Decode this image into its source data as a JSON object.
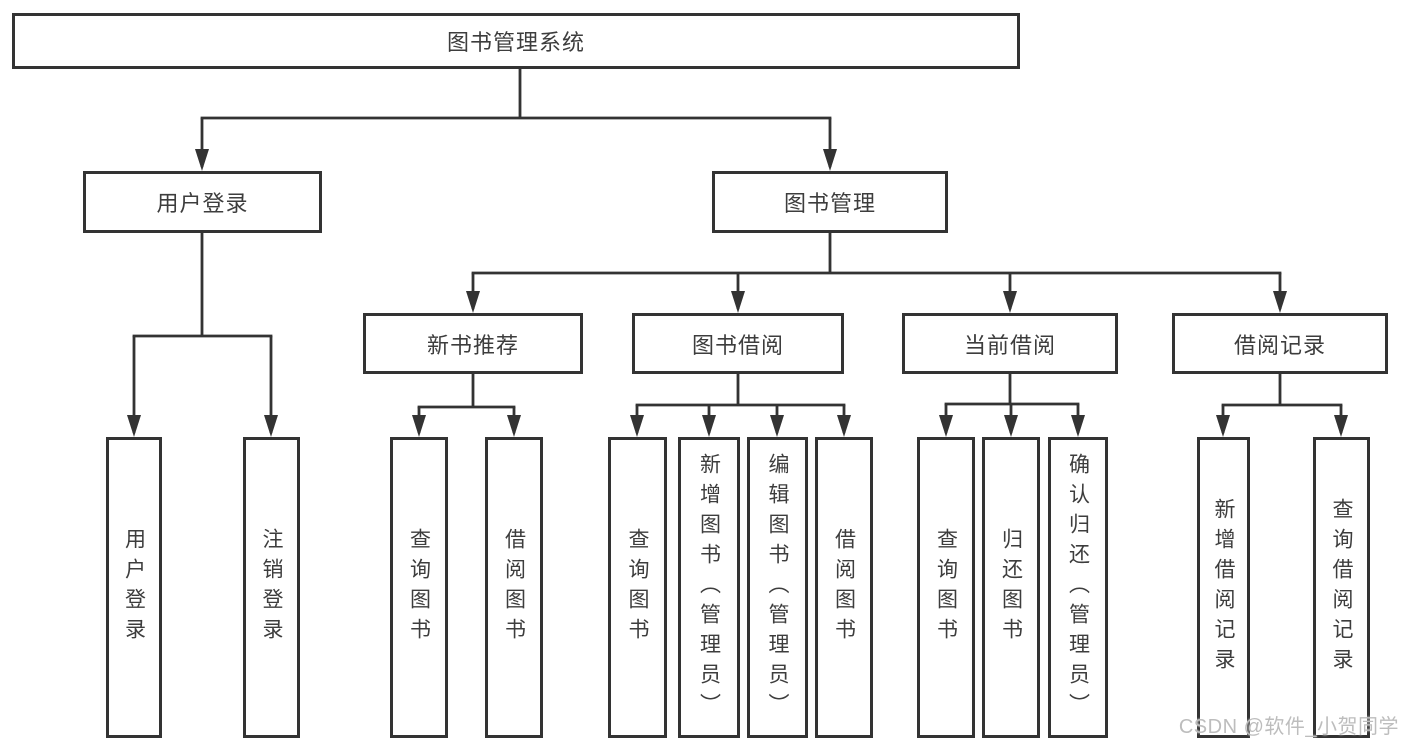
{
  "tree": {
    "label": "图书管理系统",
    "children": [
      {
        "label": "用户登录",
        "children": [
          {
            "label": "用户登录"
          },
          {
            "label": "注销登录"
          }
        ]
      },
      {
        "label": "图书管理",
        "children": [
          {
            "label": "新书推荐",
            "children": [
              {
                "label": "查询图书"
              },
              {
                "label": "借阅图书"
              }
            ]
          },
          {
            "label": "图书借阅",
            "children": [
              {
                "label": "查询图书"
              },
              {
                "label": "新增图书（管理员）"
              },
              {
                "label": "编辑图书（管理员）"
              },
              {
                "label": "借阅图书"
              }
            ]
          },
          {
            "label": "当前借阅",
            "children": [
              {
                "label": "查询图书"
              },
              {
                "label": "归还图书"
              },
              {
                "label": "确认归还（管理员）"
              }
            ]
          },
          {
            "label": "借阅记录",
            "children": [
              {
                "label": "新增借阅记录"
              },
              {
                "label": "查询借阅记录"
              }
            ]
          }
        ]
      }
    ]
  },
  "watermark": {
    "text": "CSDN @软件_小贺同学"
  },
  "colors": {
    "line": "#333333",
    "text": "#3d3d3d",
    "background": "#ffffff",
    "watermark": "#bdbdbd"
  }
}
